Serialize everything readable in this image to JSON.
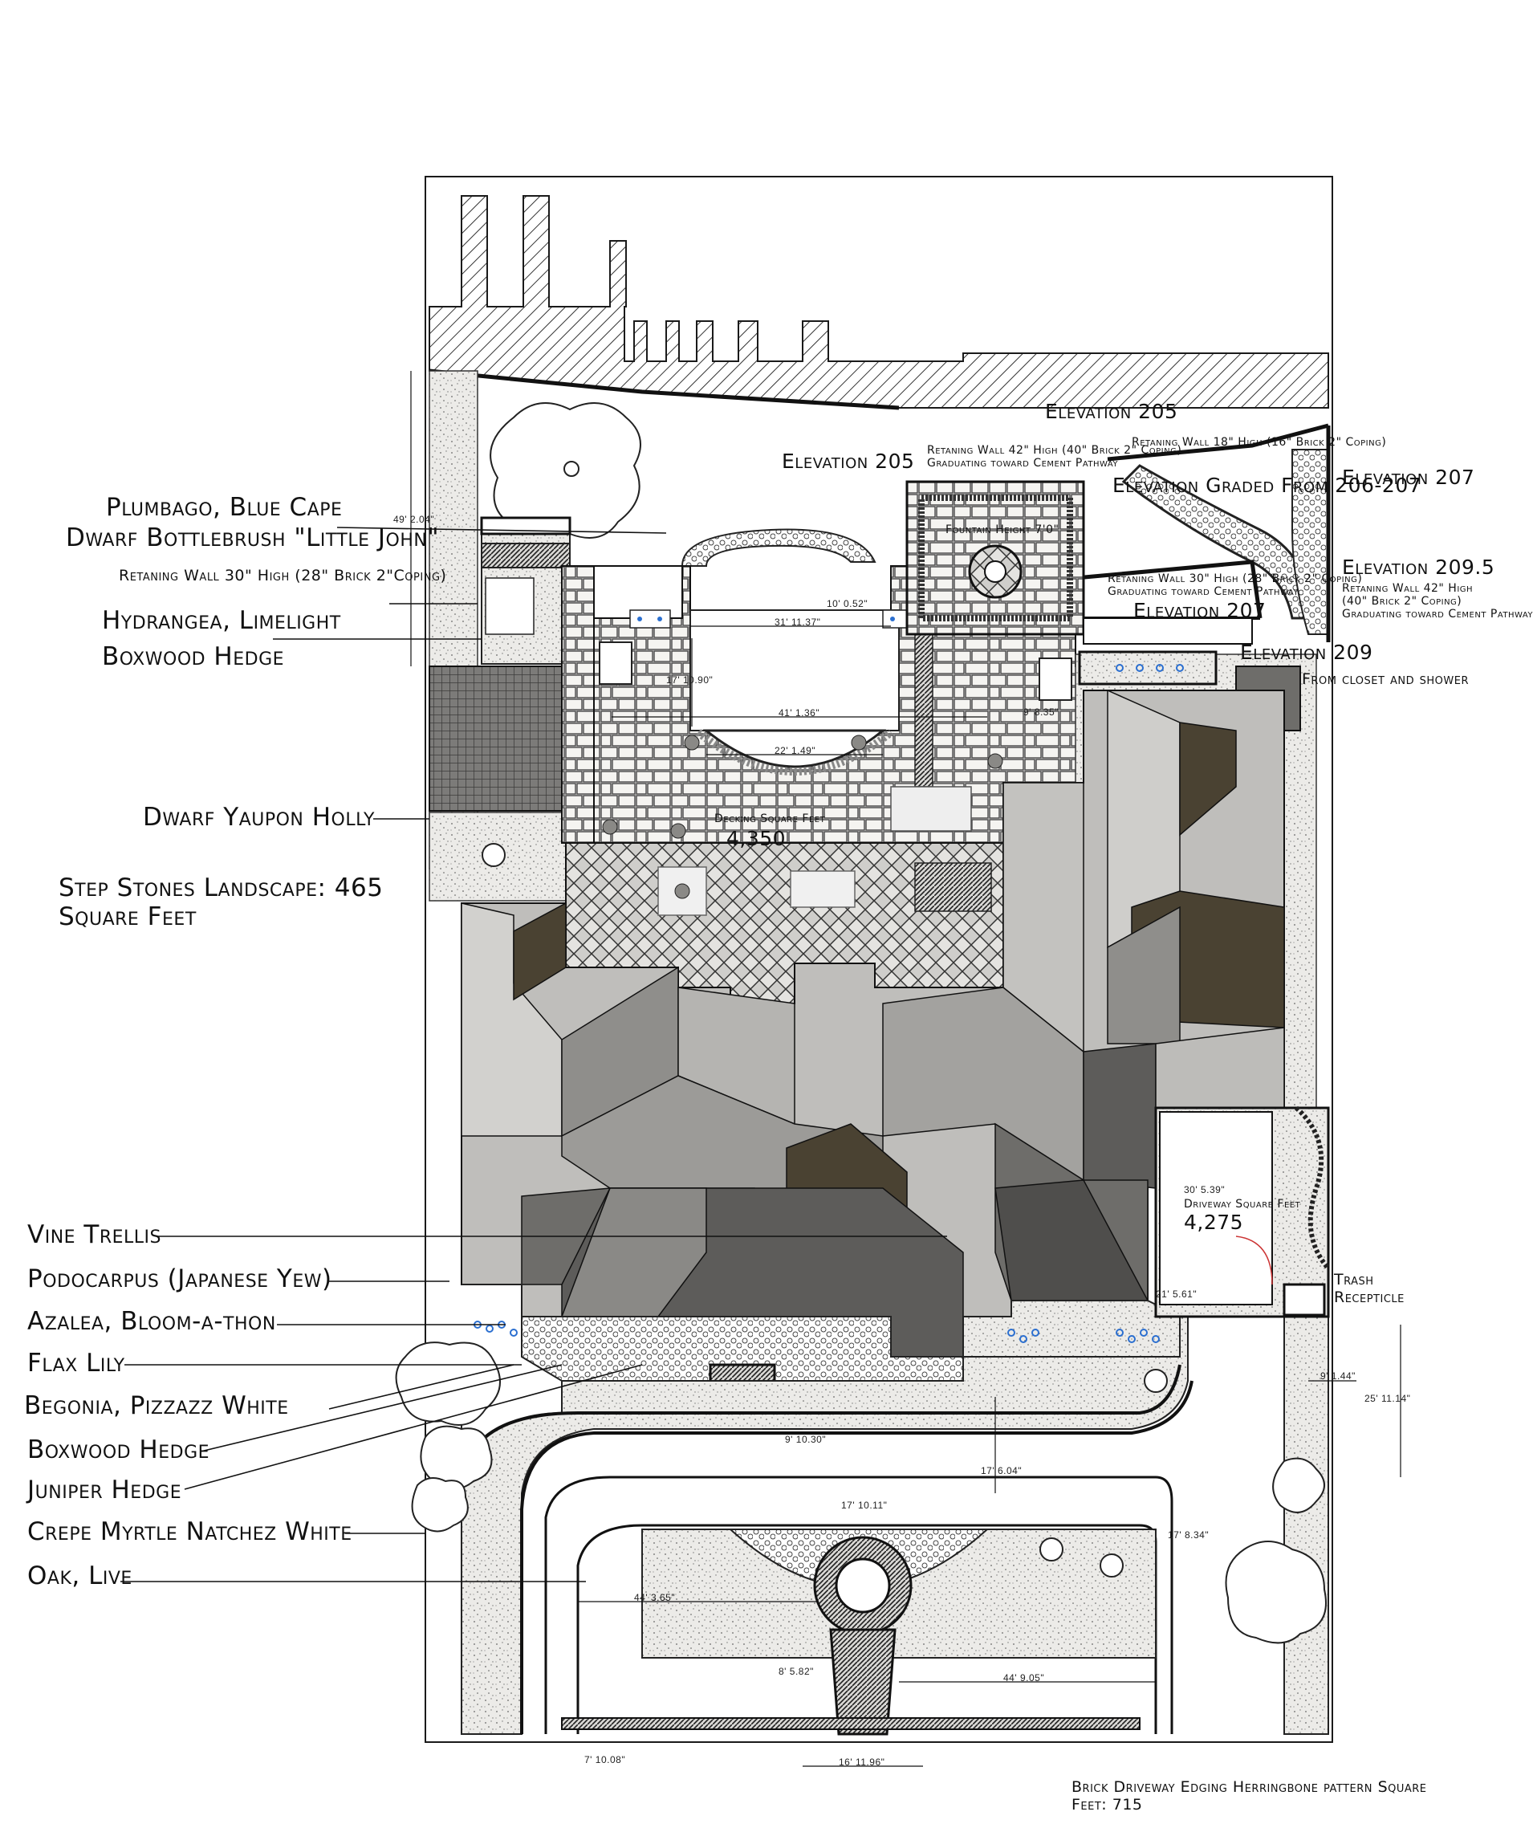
{
  "left_labels": [
    "Plumbago, Blue Cape",
    "Dwarf Bottlebrush \"Little John\"",
    "Retaning Wall 30\" High (28\" Brick 2\"Coping)",
    "Hydrangea, Limelight",
    "Boxwood Hedge",
    "Dwarf Yaupon Holly",
    "Step Stones Landscape: 465",
    "Square Feet"
  ],
  "bottom_left_labels": [
    "Vine Trellis",
    "Podocarpus (Japanese Yew)",
    "Azalea, Bloom-a-thon",
    "Flax Lily",
    "Begonia, Pizzazz White",
    "Boxwood Hedge",
    "Juniper Hedge",
    "Crepe Myrtle Natchez White",
    "Oak, Live"
  ],
  "elevations": {
    "e205_top": "Elevation 205",
    "e205_left": "Elevation 205",
    "e207_right": "Elevation 207",
    "graded": "Elevation Graded From 206-207",
    "e2095": "Elevation 209.5",
    "e207_mid": "Elevation 207",
    "e209": "Elevation 209"
  },
  "wall_notes": {
    "wall42": "Retaning Wall 42\" High (40\" Brick 2\" Coping)",
    "wall42_sub": "Graduating toward Cement Pathway",
    "wall18": "Retaning Wall 18\" High (16\" Brick 2\" Coping)",
    "wall30": "Retaning Wall 30\" High (28\" Brick 2\" Coping)",
    "wall30_sub": "Graduating toward Cement Pathway",
    "wall42_right": "Retaning Wall 42\" High",
    "wall42_right_sub": "(40\" Brick 2\" Coping)",
    "wall42_right_sub2": "Graduating toward Cement Pathway",
    "fountain": "Fountain Height 7'0\""
  },
  "areas": {
    "decking_title": "Decking Square Feet",
    "decking_value": "4,350",
    "driveway_title": "Driveway Square Feet",
    "driveway_value": "4,275",
    "closet": "From closet and shower",
    "trash_1": "Trash",
    "trash_2": "Recepticle",
    "edging_1": "Brick Driveway Edging Herringbone pattern Square",
    "edging_2": "Feet: 715"
  },
  "dimensions": {
    "d1": "31' 11.37\"",
    "d2": "41' 1.36\"",
    "d3": "22' 1.49\"",
    "d4": "17' 10.90\"",
    "d5": "10' 0.52\"",
    "d6": "9' 8.35\"",
    "d7": "49' 2.04\"",
    "d8": "44' 3.65\"",
    "d9": "44' 9.05\"",
    "d10": "8' 5.82\"",
    "d11": "16' 11.96\"",
    "d12": "7' 10.08\"",
    "d13": "17' 6.04\"",
    "d14": "9' 10.30\"",
    "d15": "17' 10.11\"",
    "d16": "17' 8.34\"",
    "d17": "9' 1.44\"",
    "d18": "25' 11.14\"",
    "d19": "21' 5.61\"",
    "d20": "30' 5.39\""
  },
  "colors": {
    "line": "#1a1a1a",
    "roof_light": "#c8c7c4",
    "roof_mid": "#8f8e8b",
    "roof_dark": "#5d5c5a",
    "roof_brown": "#4a4232",
    "paver": "#f4f3f0",
    "stipple": "#e9e8e4"
  }
}
